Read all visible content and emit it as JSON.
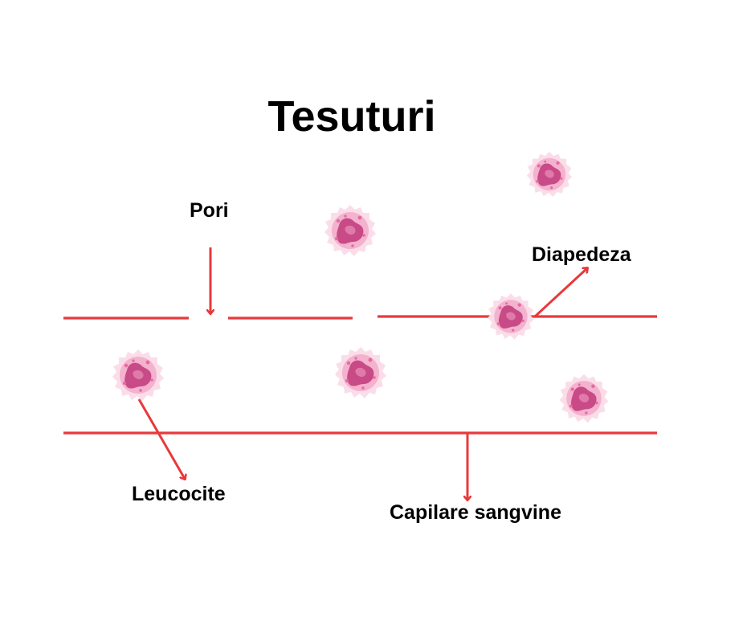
{
  "title": "Tesuturi",
  "labels": {
    "pori": "Pori",
    "diapedeza": "Diapedeza",
    "leucocite": "Leucocite",
    "capilare": "Capilare sangvine"
  },
  "colors": {
    "line": "#e8393b",
    "cell_halo": "#f9d9e6",
    "cell_body": "#f1a9c7",
    "cell_nucleus": "#c84a86",
    "cell_granule": "#e56aa3"
  },
  "icons": [
    "leukocyte-icon",
    "arrow-icon"
  ]
}
